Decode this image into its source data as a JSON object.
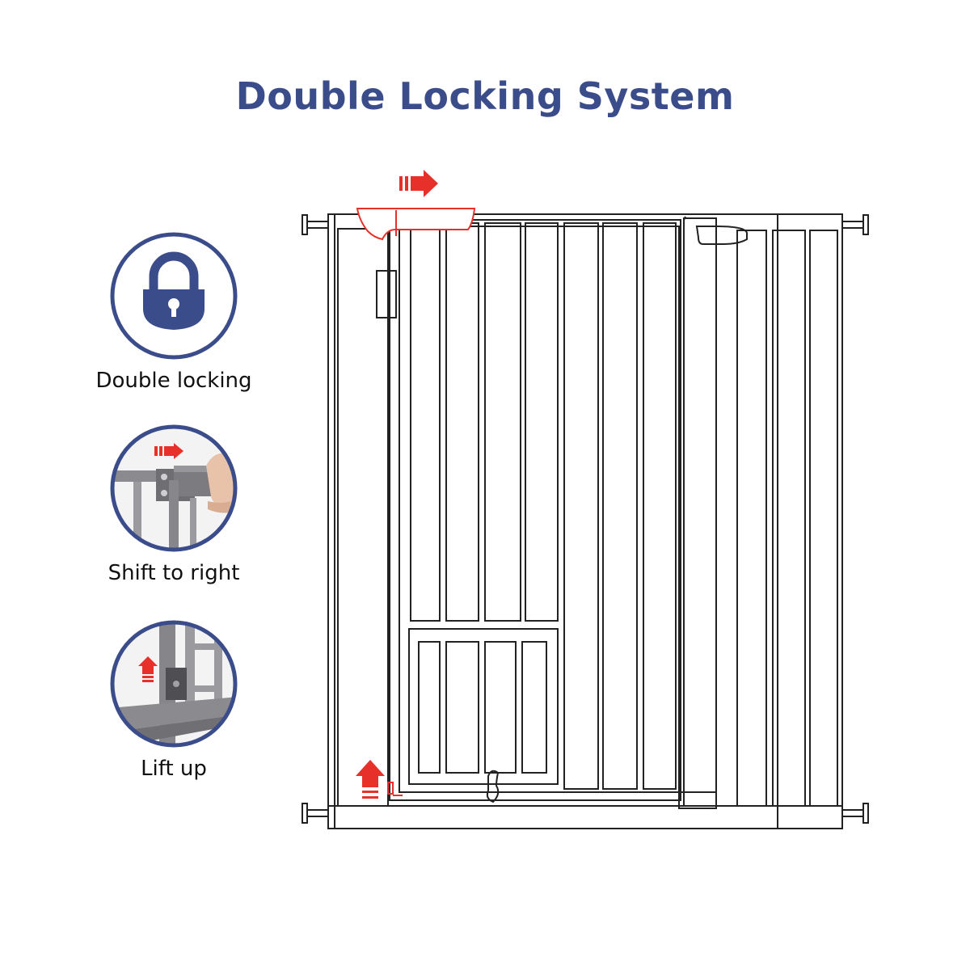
{
  "title": "Double Locking System",
  "features": [
    {
      "label": "Double locking",
      "icon": "padlock-icon"
    },
    {
      "label": "Shift to right",
      "icon": "shift-lock-photo"
    },
    {
      "label": "Lift up",
      "icon": "lift-lock-photo"
    }
  ],
  "colors": {
    "accent": "#3b4c8a",
    "highlight": "#e8302a",
    "metal": "#7f7f84",
    "outline": "#222222"
  }
}
